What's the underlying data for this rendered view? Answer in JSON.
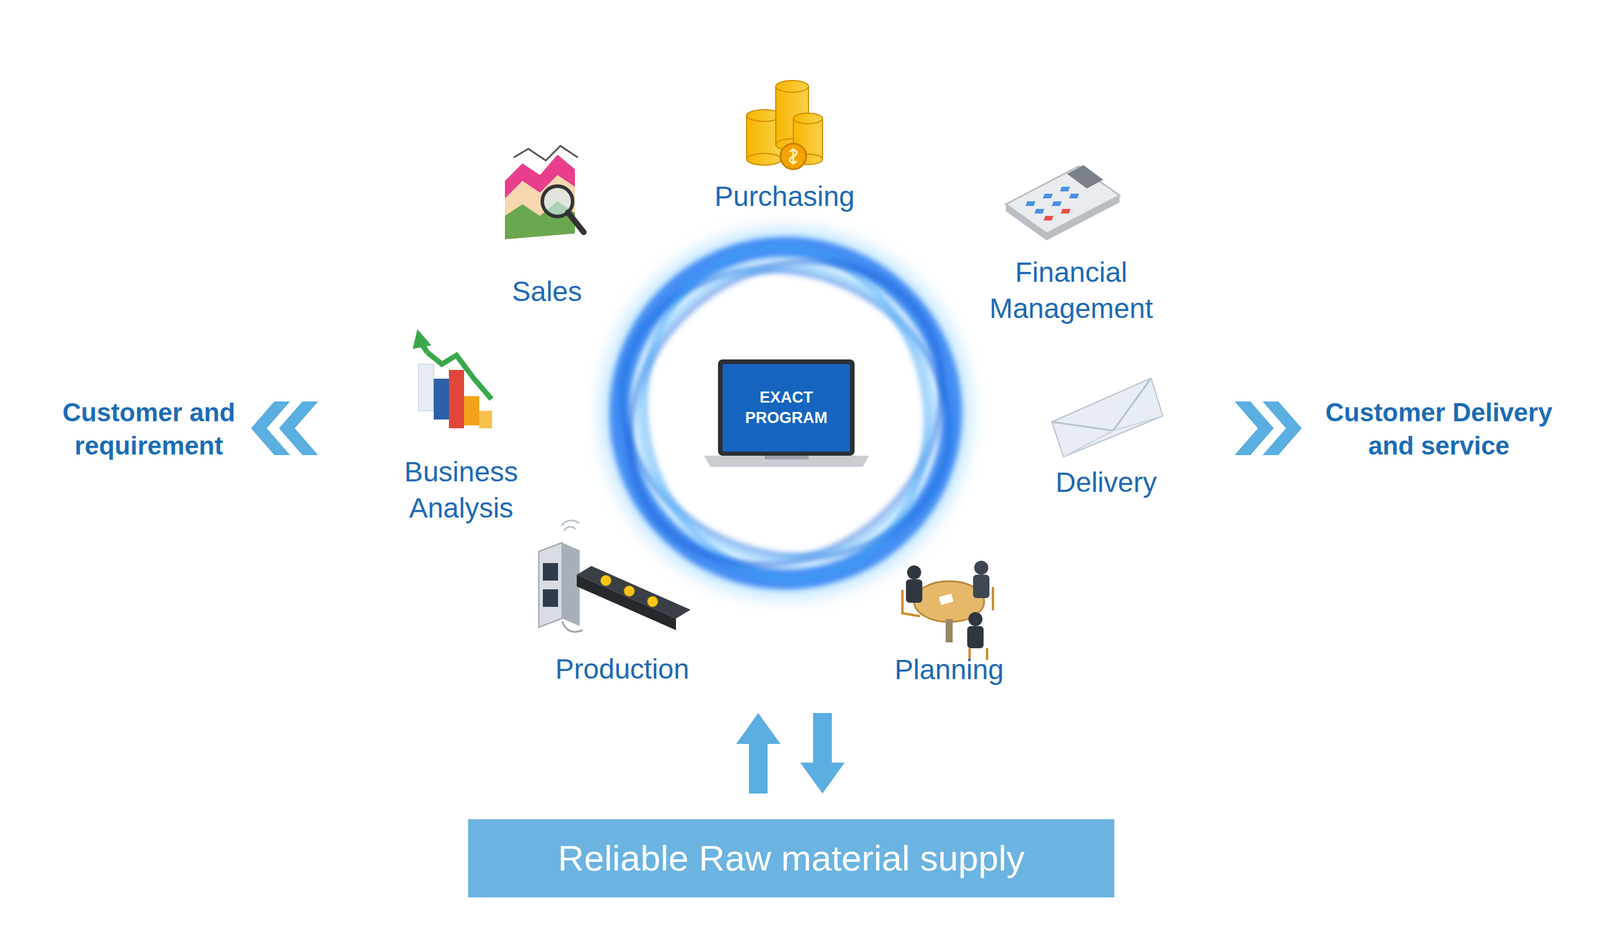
{
  "diagram": {
    "nodes": [
      {
        "text": [
          "EXACT PROGRAM"
        ]
      },
      {
        "text": [
          "Reliable Raw material supply"
        ]
      }
    ],
    "labels": [
      "Purchasing",
      "Sales",
      "Financial Management",
      "Business Analysis",
      "Delivery",
      "Production",
      "Planning",
      "Customer and requirement",
      "Customer Delivery and service"
    ]
  }
}
